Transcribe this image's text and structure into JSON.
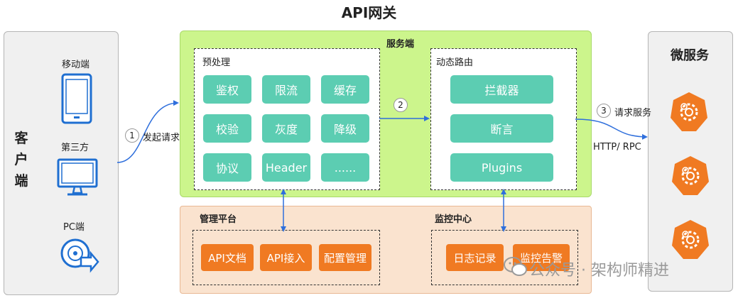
{
  "title": "API网关",
  "client": {
    "label_chars": [
      "客",
      "户",
      "端"
    ],
    "mobile": "移动端",
    "third_party": "第三方",
    "pc": "PC端"
  },
  "server": {
    "label": "服务端",
    "preprocess": {
      "label": "预处理",
      "tiles": [
        "鉴权",
        "限流",
        "缓存",
        "校验",
        "灰度",
        "降级",
        "协议",
        "Header",
        "......"
      ]
    },
    "routing": {
      "label": "动态路由",
      "tiles": [
        "拦截器",
        "断言",
        "Plugins"
      ]
    }
  },
  "management": {
    "platform": {
      "label": "管理平台",
      "tiles": [
        "API文档",
        "API接入",
        "配置管理"
      ]
    },
    "monitor": {
      "label": "监控中心",
      "tiles": [
        "日志记录",
        "监控告警"
      ]
    }
  },
  "microservices": {
    "label": "微服务"
  },
  "flow": {
    "step1": {
      "num": "1",
      "text": "发起请求"
    },
    "step2": {
      "num": "2"
    },
    "step3": {
      "num": "3",
      "text": "请求服务"
    },
    "protocol": "HTTP/ RPC"
  },
  "watermark": "公众号 · 架构师精进",
  "colors": {
    "server_bg": "#ccf58c",
    "mgmt_bg": "#fae3cf",
    "teal_tile": "#5ccdb2",
    "orange_tile": "#f07a22",
    "arrow": "#2f6fdc",
    "service_icon": "#f07a22"
  }
}
